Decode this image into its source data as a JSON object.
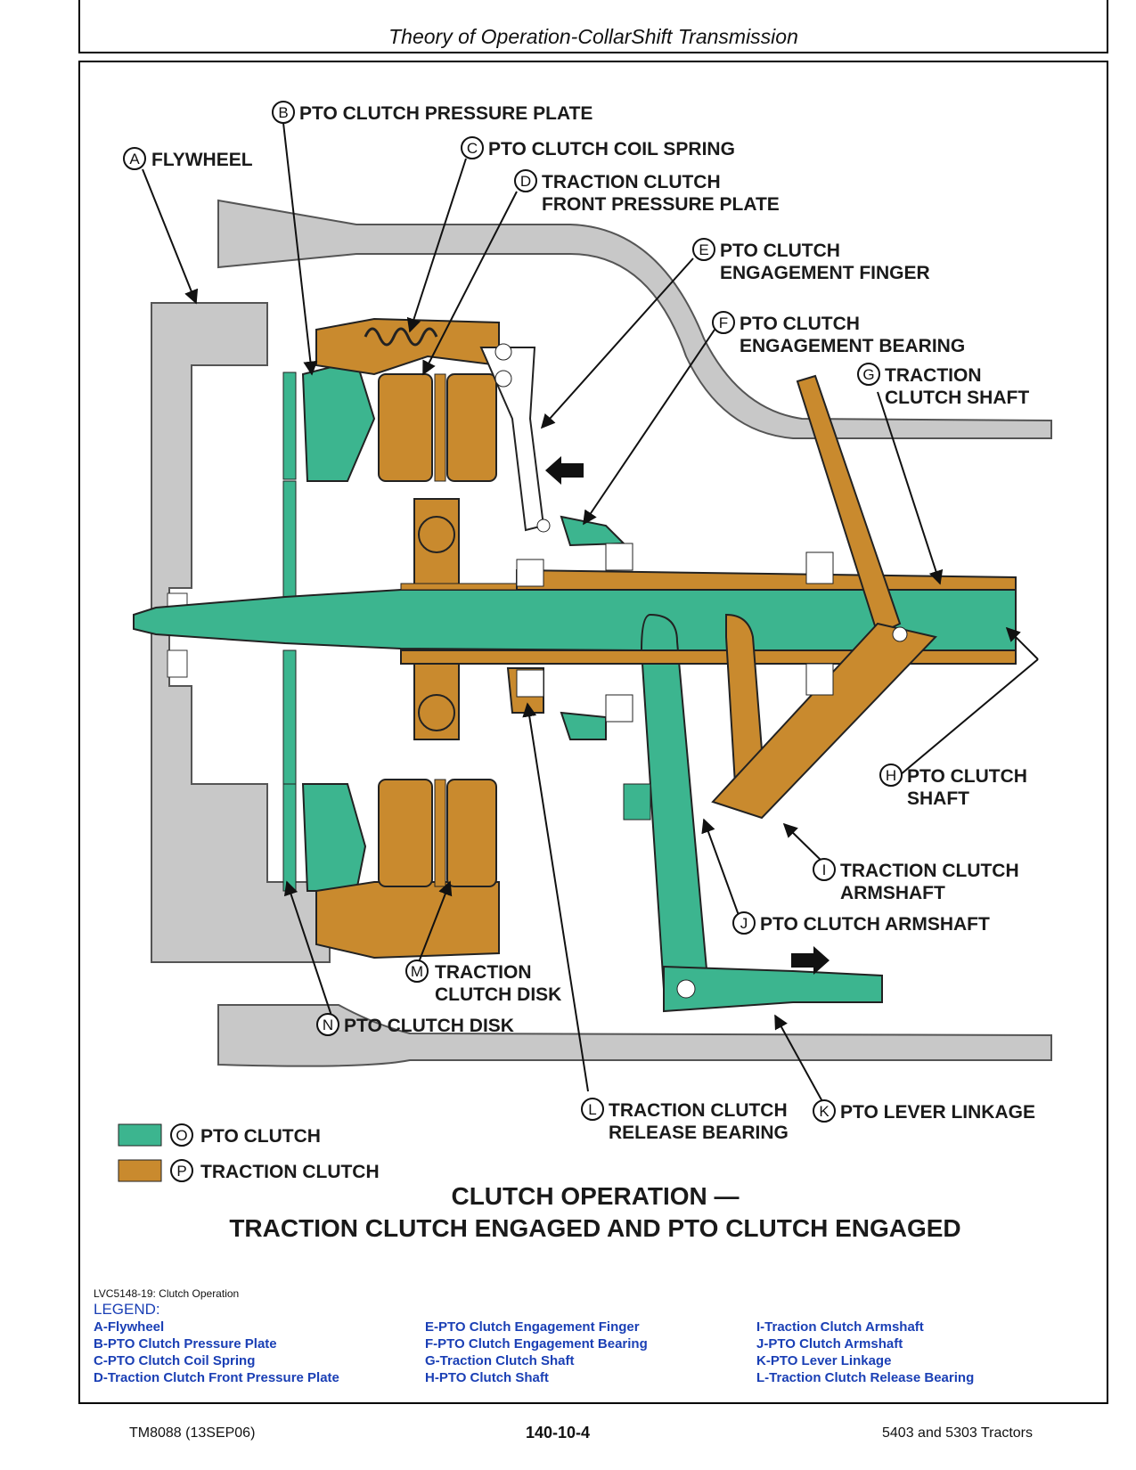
{
  "header": {
    "title": "Theory of Operation-CollarShift Transmission"
  },
  "colors": {
    "pto": "#3cb58f",
    "traction": "#c98a2e",
    "housing": "#c8c8c8",
    "legend_text": "#1a3fb5"
  },
  "callouts": {
    "a": {
      "letter": "A",
      "line1": "FLYWHEEL"
    },
    "b": {
      "letter": "B",
      "line1": "PTO CLUTCH PRESSURE PLATE"
    },
    "c": {
      "letter": "C",
      "line1": "PTO CLUTCH COIL SPRING"
    },
    "d": {
      "letter": "D",
      "line1": "TRACTION CLUTCH",
      "line2": "FRONT PRESSURE PLATE"
    },
    "e": {
      "letter": "E",
      "line1": "PTO CLUTCH",
      "line2": "ENGAGEMENT FINGER"
    },
    "f": {
      "letter": "F",
      "line1": "PTO CLUTCH",
      "line2": "ENGAGEMENT BEARING"
    },
    "g": {
      "letter": "G",
      "line1": "TRACTION",
      "line2": "CLUTCH SHAFT"
    },
    "h": {
      "letter": "H",
      "line1": "PTO CLUTCH",
      "line2": "SHAFT"
    },
    "i": {
      "letter": "I",
      "line1": "TRACTION CLUTCH",
      "line2": "ARMSHAFT"
    },
    "j": {
      "letter": "J",
      "line1": "PTO CLUTCH ARMSHAFT"
    },
    "k": {
      "letter": "K",
      "line1": "PTO LEVER LINKAGE"
    },
    "l": {
      "letter": "L",
      "line1": "TRACTION CLUTCH",
      "line2": "RELEASE BEARING"
    },
    "m": {
      "letter": "M",
      "line1": "TRACTION",
      "line2": "CLUTCH DISK"
    },
    "n": {
      "letter": "N",
      "line1": "PTO CLUTCH DISK"
    }
  },
  "key": {
    "o": {
      "letter": "O",
      "label": "PTO CLUTCH"
    },
    "p": {
      "letter": "P",
      "label": "TRACTION CLUTCH"
    }
  },
  "diagram_title": {
    "line1": "CLUTCH OPERATION —",
    "line2": "TRACTION CLUTCH ENGAGED AND PTO CLUTCH ENGAGED"
  },
  "caption": "LVC5148-19: Clutch Operation",
  "legend": {
    "title": "LEGEND:",
    "col1": [
      "A-Flywheel",
      "B-PTO Clutch Pressure Plate",
      "C-PTO Clutch Coil Spring",
      "D-Traction Clutch Front Pressure Plate"
    ],
    "col2": [
      "E-PTO Clutch Engagement Finger",
      "F-PTO Clutch Engagement Bearing",
      "G-Traction Clutch Shaft",
      "H-PTO Clutch Shaft"
    ],
    "col3": [
      "I-Traction Clutch Armshaft",
      "J-PTO Clutch Armshaft",
      "K-PTO Lever Linkage",
      "L-Traction Clutch Release Bearing"
    ]
  },
  "footer": {
    "left": "TM8088 (13SEP06)",
    "center": "140-10-4",
    "right": "5403 and 5303 Tractors"
  }
}
